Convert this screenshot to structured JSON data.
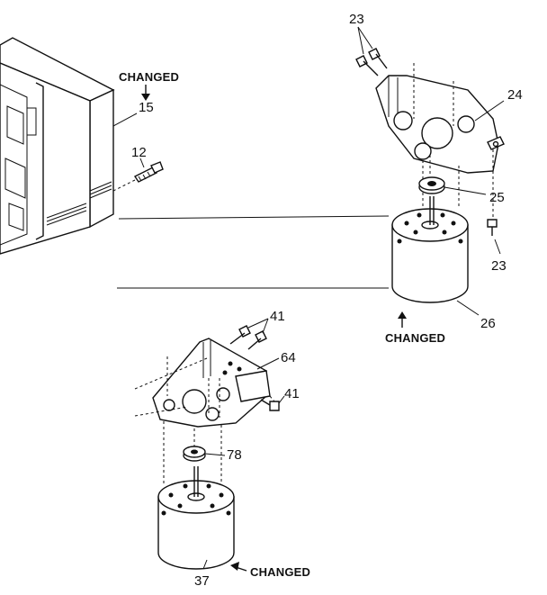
{
  "labels": {
    "p15": "15",
    "p12": "12",
    "p23a": "23",
    "p24": "24",
    "p25": "25",
    "p23b": "23",
    "p26": "26",
    "p41a": "41",
    "p64": "64",
    "p41b": "41",
    "p78": "78",
    "p37": "37"
  },
  "notes": {
    "changed_15": "CHANGED",
    "changed_26": "CHANGED",
    "changed_37": "CHANGED"
  }
}
